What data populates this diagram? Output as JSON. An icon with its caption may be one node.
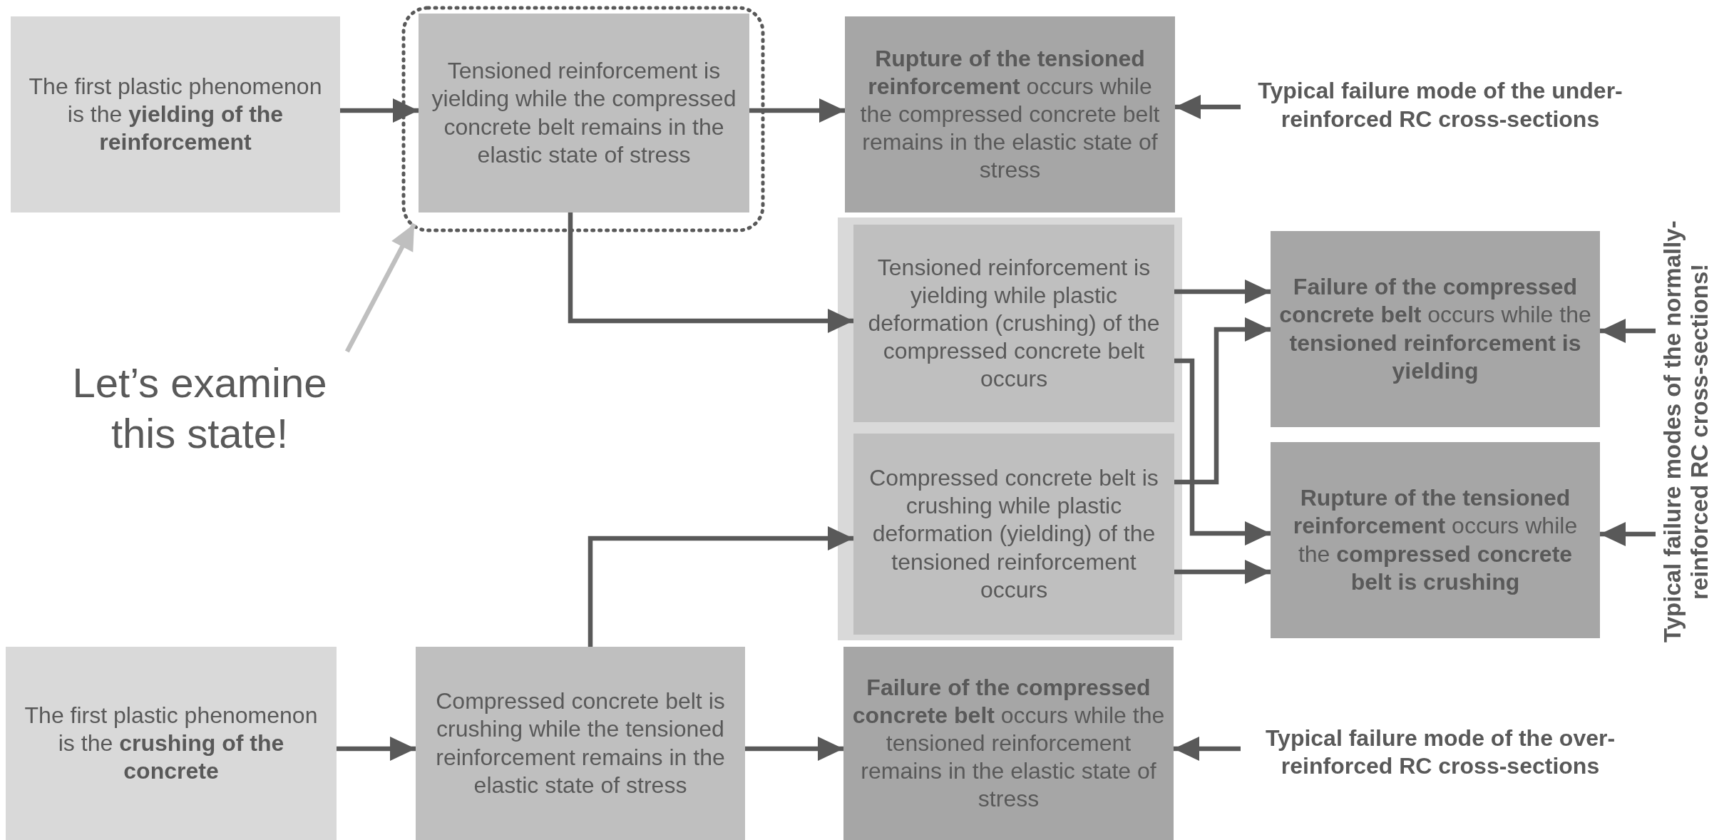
{
  "diagram": {
    "nodes": [
      {
        "text": [
          "The first plastic phenomenon is the **yielding of the reinforcement**"
        ]
      },
      {
        "text": [],
        "shape": "box"
      },
      {
        "text": [
          "Tensioned reinforcement is yielding while the compressed concrete belt remains in the elastic state of stress"
        ],
        "in": 1
      },
      {
        "text": [
          "**Rupture of the tensioned reinforcement** occurs while the compressed concrete belt remains in the elastic state of stress"
        ]
      },
      {
        "text": [
          "Typical failure mode of the under-reinforced RC cross-sections"
        ]
      },
      {
        "text": [],
        "shape": "box"
      },
      {
        "text": [
          "Tensioned reinforcement is yielding while plastic deformation (crushing) of the compressed concrete belt occurs"
        ],
        "in": 5
      },
      {
        "text": [
          "Compressed concrete belt is crushing while plastic deformation (yielding) of the tensioned reinforcement occurs"
        ],
        "in": 5
      },
      {
        "text": [
          "**Failure of the compressed concrete belt** occurs while the **tensioned reinforcement is yielding**"
        ]
      },
      {
        "text": [
          "**Rupture of the tensioned reinforcement** occurs while the **compressed concrete belt is crushing**"
        ]
      },
      {
        "text": [
          "Typical failure modes of the normally-reinforced RC cross-sections!"
        ]
      },
      {
        "text": [
          "The first plastic phenomenon is the **crushing of the concrete**"
        ]
      },
      {
        "text": [
          "Compressed concrete belt is crushing while the tensioned reinforcement remains in the elastic state of stress"
        ]
      },
      {
        "text": [
          "**Failure of the compressed concrete belt** occurs while the tensioned reinforcement remains in the elastic state of stress"
        ]
      },
      {
        "text": [
          "Typical failure mode of the over-reinforced RC cross-sections"
        ]
      },
      {
        "text": [
          "Let’s examine this state!"
        ]
      }
    ],
    "edges": [
      {
        "from": 0,
        "to": 2,
        "arrow": "to"
      },
      {
        "from": 2,
        "to": 3,
        "arrow": "to"
      },
      {
        "from": 4,
        "to": 3,
        "arrow": "to"
      },
      {
        "from": 2,
        "to": 6,
        "arrow": "to"
      },
      {
        "from": 12,
        "to": 7,
        "arrow": "to"
      },
      {
        "from": 6,
        "to": 8,
        "arrow": "to"
      },
      {
        "from": 6,
        "to": 9,
        "arrow": "to"
      },
      {
        "from": 7,
        "to": 8,
        "arrow": "to"
      },
      {
        "from": 7,
        "to": 9,
        "arrow": "to"
      },
      {
        "from": 10,
        "to": 8,
        "arrow": "to"
      },
      {
        "from": 10,
        "to": 9,
        "arrow": "to"
      },
      {
        "from": 11,
        "to": 12,
        "arrow": "to"
      },
      {
        "from": 12,
        "to": 13,
        "arrow": "to"
      },
      {
        "from": 14,
        "to": 13,
        "arrow": "to"
      },
      {
        "from": 15,
        "to": 1,
        "arrow": "to",
        "color": "#bfbfbf"
      }
    ]
  }
}
